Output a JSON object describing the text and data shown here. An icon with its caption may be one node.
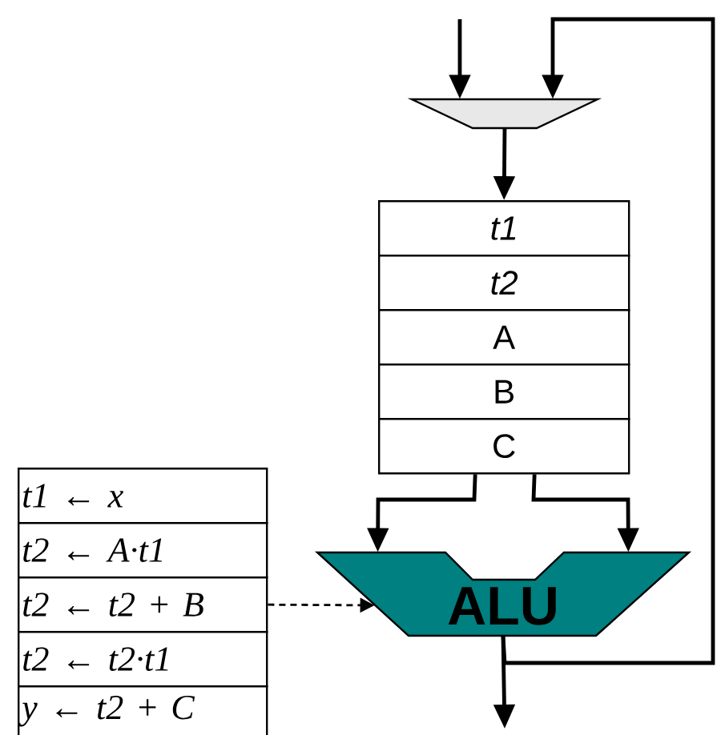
{
  "diagram": {
    "nodes": [
      {
        "text": [],
        "shape": "trapezoid"
      },
      {
        "text": [
          "t1"
        ]
      },
      {
        "text": [
          "t2"
        ]
      },
      {
        "text": [
          "A"
        ]
      },
      {
        "text": [
          "B"
        ]
      },
      {
        "text": [
          "C"
        ]
      },
      {
        "text": [
          "ALU"
        ]
      },
      {
        "text": [
          "t1 ← x"
        ]
      },
      {
        "text": [
          "t2 ← A·t1"
        ]
      },
      {
        "text": [
          "t2 ← t2 + B"
        ]
      },
      {
        "text": [
          "t2 ← t2·t1"
        ]
      },
      {
        "text": [
          "y ← t2 + C"
        ]
      }
    ],
    "edges": [
      {
        "from": null,
        "to": 0,
        "arrow": "to"
      },
      {
        "from": 6,
        "to": 0,
        "arrow": "to"
      },
      {
        "from": 0,
        "to": 1,
        "arrow": "to"
      },
      {
        "from": 5,
        "to": 6,
        "arrow": "to"
      },
      {
        "from": 5,
        "to": 6,
        "arrow": "to"
      },
      {
        "from": 9,
        "to": 6,
        "arrow": "to",
        "style": "dashed"
      },
      {
        "from": 6,
        "to": null,
        "arrow": "to"
      }
    ]
  }
}
